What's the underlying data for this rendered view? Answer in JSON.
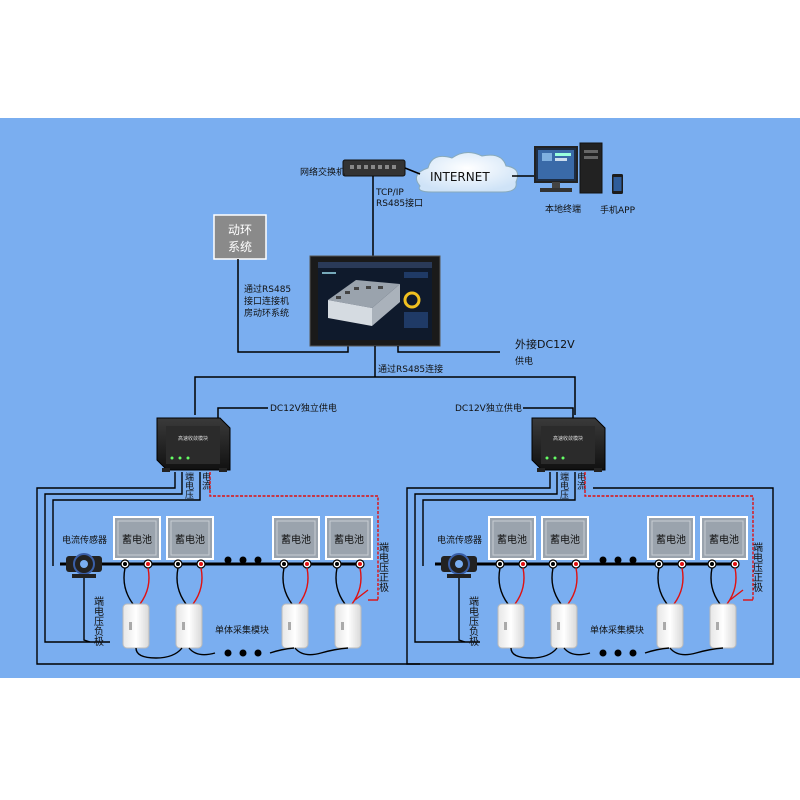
{
  "colors": {
    "background": "#7aaef0",
    "line": "#000000",
    "red_line": "#e01010"
  },
  "labels": {
    "switch": "网络交换机",
    "tcp": "TCP/IP",
    "rs485_port": "RS485接口",
    "internet": "INTERNET",
    "local_terminal": "本地终端",
    "mobile_app": "手机APP",
    "env_system_line1": "动环",
    "env_system_line2": "系统",
    "rs485_note_1": "通过RS485",
    "rs485_note_2": "接口连接机",
    "rs485_note_3": "房动环系统",
    "ext_power_1": "外接DC12V",
    "ext_power_2": "供电",
    "rs485_connect": "通过RS485连接",
    "dc12v_left": "DC12V独立供电",
    "dc12v_right": "DC12V独立供电",
    "module_text": "高速收敛模块",
    "cable_voltage": "端电压",
    "cable_current": "电流",
    "current_sensor": "电流传感器",
    "battery": "蓄电池",
    "neg_terminal": "端电压负极",
    "pos_terminal": "端电压正极",
    "collector": "单体采集模块"
  },
  "icons": {
    "switch": "network-switch-icon",
    "cloud": "internet-cloud-icon",
    "pc": "desktop-computer-icon",
    "phone": "mobile-phone-icon",
    "monitor": "touch-monitor-icon",
    "module": "collector-module-icon",
    "sensor": "current-sensor-icon",
    "battery": "battery-icon",
    "collector": "cell-collector-icon"
  }
}
